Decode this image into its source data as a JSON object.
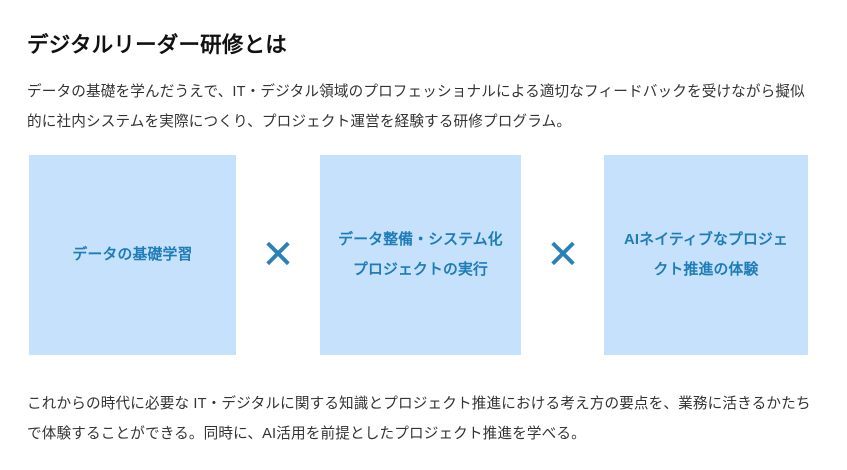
{
  "section": {
    "heading": "デジタルリーダー研修とは",
    "intro_paragraph": "データの基礎を学んだうえで、IT・デジタル領域のプロフェッショナルによる適切なフィードバックを受けながら擬似的に社内システムを実際につくり、プロジェクト運営を経験する研修プログラム。",
    "outro_paragraph": "これからの時代に必要な IT・デジタルに関する知識とプロジェクト推進における考え方の要点を、業務に活きるかたちで体験することができる。同時に、AI活用を前提としたプロジェクト推進を学べる。"
  },
  "concept_row": {
    "boxes": [
      {
        "label": "データの基礎学習"
      },
      {
        "label": "データ整備・システム化プロジェクトの実行"
      },
      {
        "label": "AIネイティブなプロジェクト推進の体験"
      }
    ],
    "operators": [
      {
        "symbol": "✕"
      },
      {
        "symbol": "✕"
      }
    ],
    "colors": {
      "box_background": "#c5e1fb",
      "box_text": "#1f7cb8",
      "operator": "#2a80b8"
    }
  },
  "colors": {
    "page_background": "#ffffff",
    "heading_text": "#111111",
    "body_text": "#333333"
  }
}
